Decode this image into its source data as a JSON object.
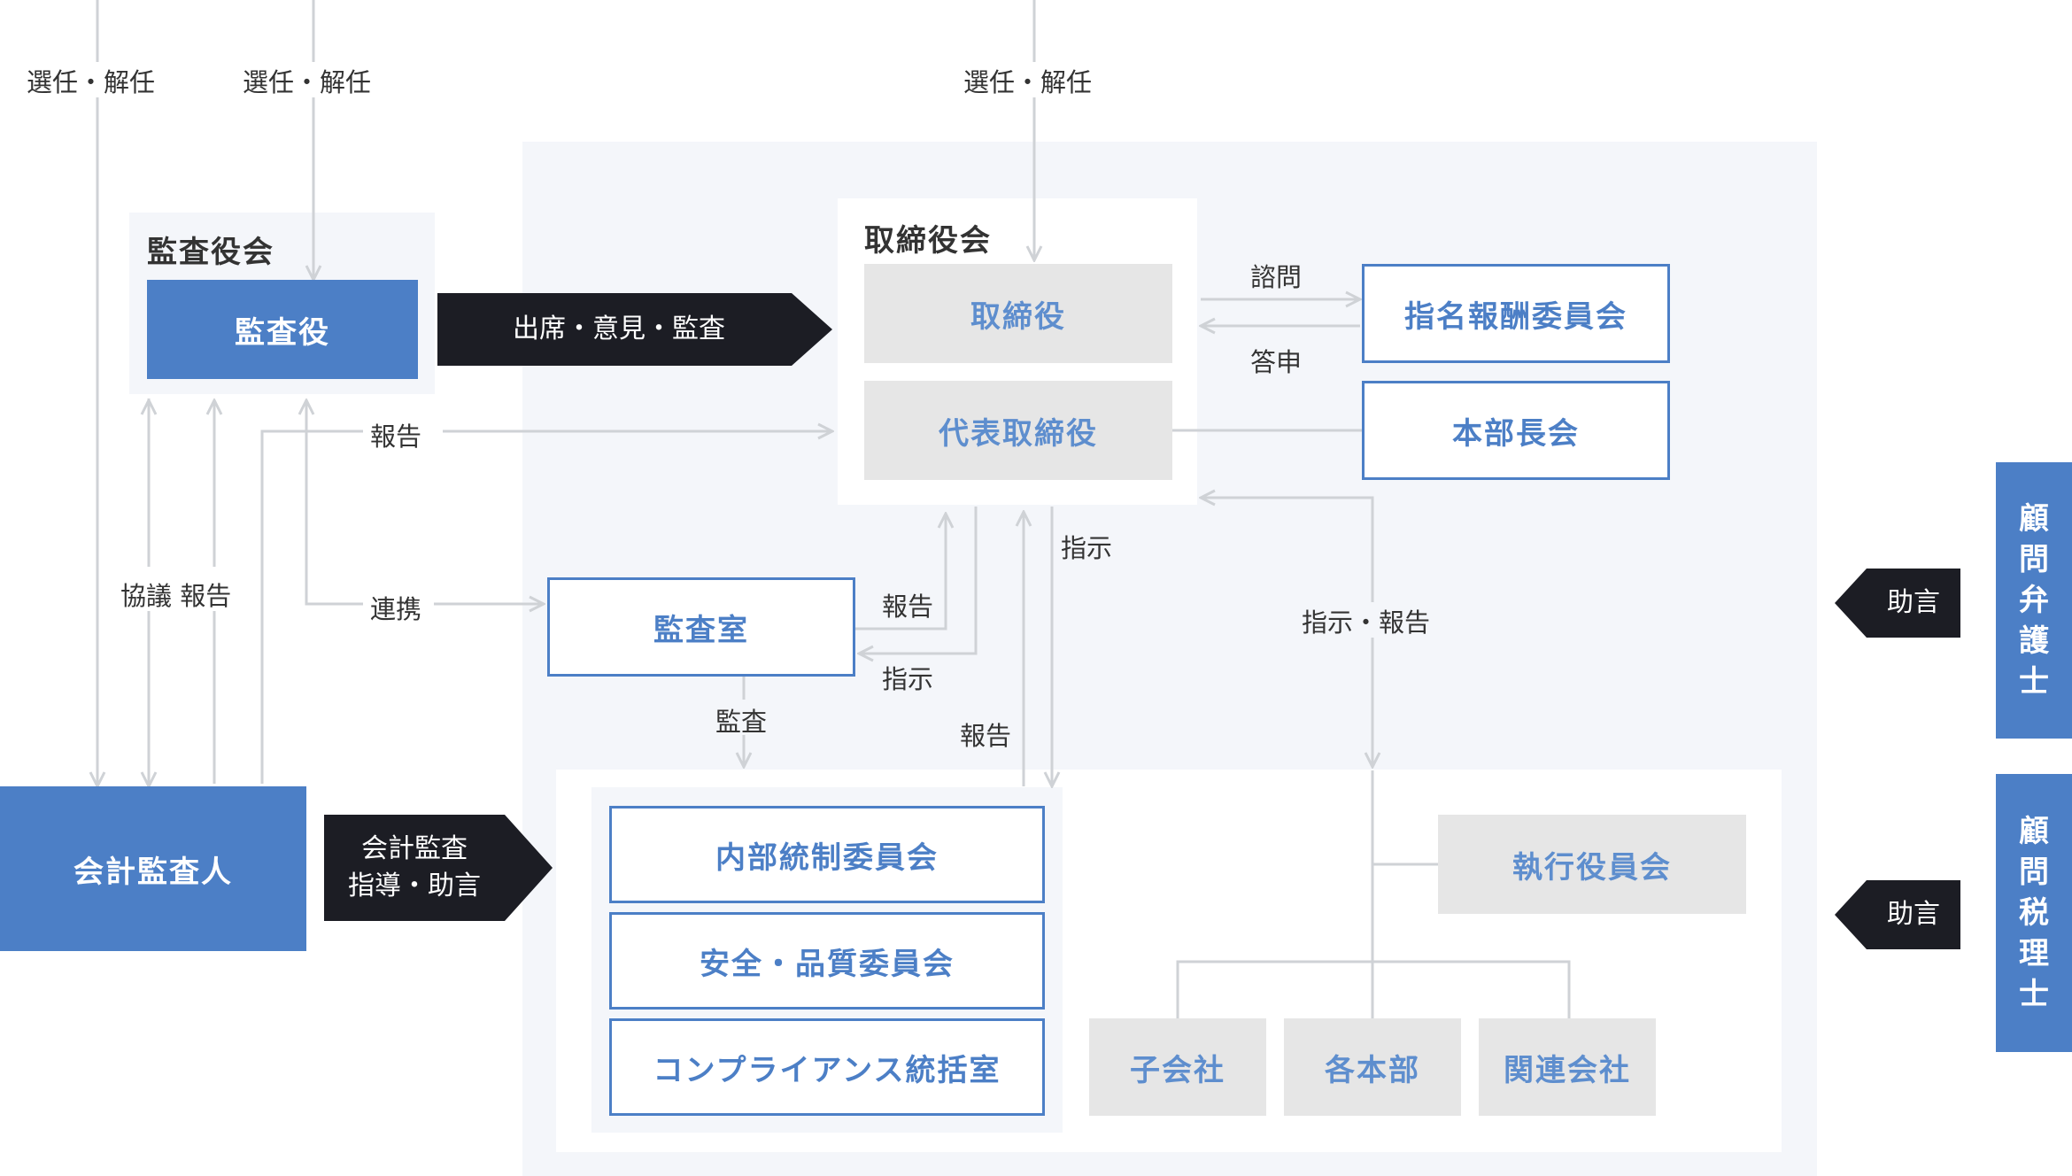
{
  "labels": {
    "elect1": "選任・解任",
    "elect2": "選任・解任",
    "elect3": "選任・解任",
    "report_top": "報告",
    "kyogi_hokoku": "協議 報告",
    "renkei": "連携",
    "shimon": "諮問",
    "toshin": "答申",
    "hokoku_room": "報告",
    "shiji_room": "指示",
    "shiji_mid": "指示",
    "kansa": "監査",
    "hokoku_low": "報告",
    "shiji_hokoku": "指示・報告"
  },
  "kansayakukai": {
    "title": "監査役会",
    "member": "監査役"
  },
  "attend_tag": "出席・意見・監査",
  "torishimariyakukai": {
    "title": "取締役会",
    "director": "取締役",
    "rep_director": "代表取締役"
  },
  "nomination_committee": "指名報酬委員会",
  "honbucho_kai": "本部長会",
  "audit_room": "監査室",
  "accounting_auditor": "会計監査人",
  "accounting_tag": {
    "line1": "会計監査",
    "line2": "指導・助言"
  },
  "committees": [
    "内部統制委員会",
    "安全・品質委員会",
    "コンプライアンス統括室"
  ],
  "executive_committee": "執行役員会",
  "units": [
    "子会社",
    "各本部",
    "関連会社"
  ],
  "advisors": [
    {
      "name": "顧問弁護士",
      "chars": [
        "顧",
        "問",
        "弁",
        "護",
        "士"
      ],
      "tag": "助言"
    },
    {
      "name": "顧問税理士",
      "chars": [
        "顧",
        "問",
        "税",
        "理",
        "士"
      ],
      "tag": "助言"
    }
  ],
  "colors": {
    "accent": "#4c7fc6",
    "dark": "#1c1d24",
    "line": "#cfd2d6",
    "panel": "#f4f6fa",
    "gray_box": "#e6e6e6"
  }
}
